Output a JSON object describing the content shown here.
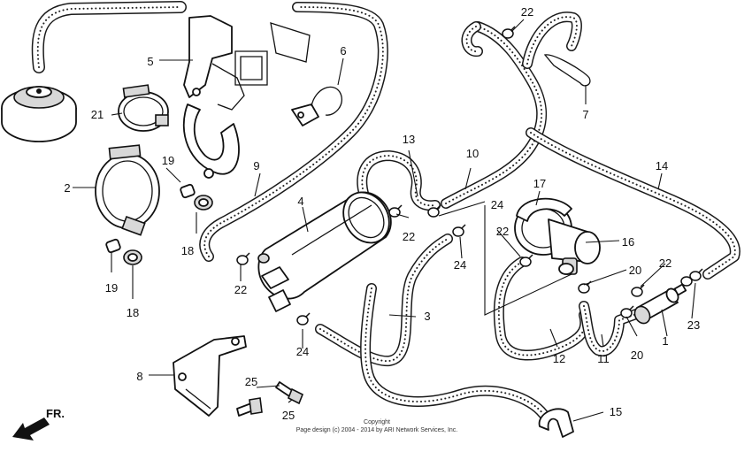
{
  "diagram": {
    "callouts": [
      "1",
      "2",
      "3",
      "4",
      "5",
      "6",
      "7",
      "8",
      "9",
      "10",
      "11",
      "12",
      "13",
      "14",
      "15",
      "16",
      "17",
      "18",
      "19",
      "20",
      "21",
      "22",
      "23",
      "24",
      "25"
    ],
    "direction_label": "FR.",
    "copyright_line1": "Copyright",
    "copyright_line2": "Page design (c) 2004 - 2014 by ARI Network Services, Inc."
  }
}
